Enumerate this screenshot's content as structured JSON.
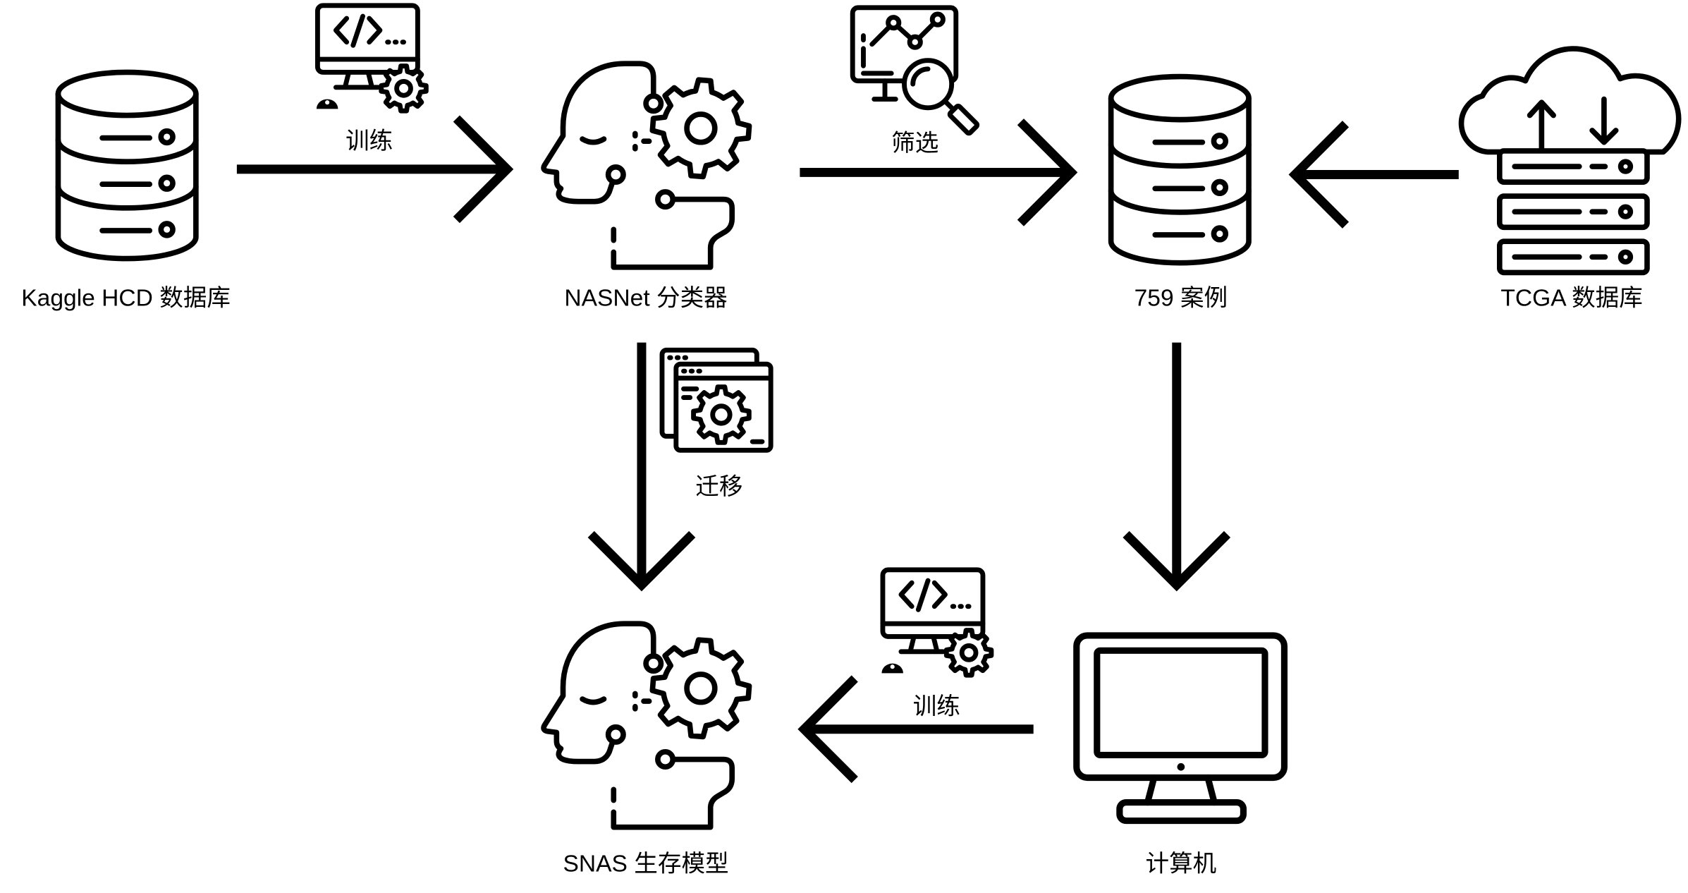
{
  "colors": {
    "ink": "#000000",
    "background": "#ffffff"
  },
  "nodes": {
    "kaggle": {
      "label": "Kaggle HCD 数据库",
      "icon": "database-icon"
    },
    "nasnet": {
      "label": "NASNet 分类器",
      "icon": "ai-head-gear-icon"
    },
    "cases": {
      "label": "759 案例",
      "icon": "database-icon"
    },
    "tcga": {
      "label": "TCGA 数据库",
      "icon": "cloud-server-icon"
    },
    "snas": {
      "label": "SNAS 生存模型",
      "icon": "ai-head-gear-icon"
    },
    "computer": {
      "label": "计算机",
      "icon": "computer-monitor-icon"
    }
  },
  "edges": {
    "train_nasnet": {
      "label": "训练",
      "icon": "code-monitor-gear-icon"
    },
    "filter": {
      "label": "筛选",
      "icon": "chart-magnifier-icon"
    },
    "transfer": {
      "label": "迁移",
      "icon": "windows-gear-icon"
    },
    "train_snas": {
      "label": "训练",
      "icon": "code-monitor-gear-icon"
    },
    "tcga_to_cases": {
      "icon": "arrow-left-icon"
    },
    "cases_to_computer": {
      "icon": "arrow-down-icon"
    }
  }
}
